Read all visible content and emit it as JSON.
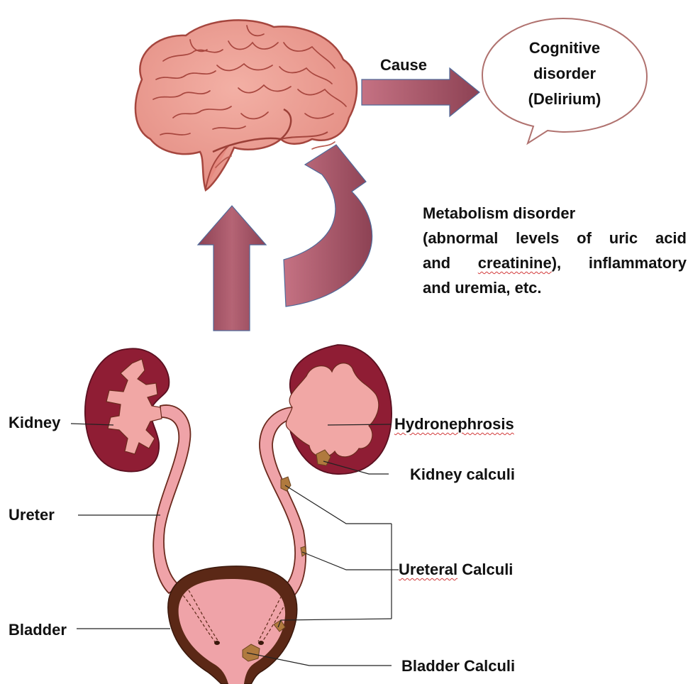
{
  "arrow_label": "Cause",
  "bubble": {
    "line1": "Cognitive",
    "line2": "disorder",
    "line3": "(Delirium)"
  },
  "mechanism": {
    "line1": "Metabolism disorder",
    "line2": "(abnormal levels of uric acid",
    "line3_a": "and ",
    "line3_b": "creatinine",
    "line3_c": "), inflammatory",
    "line4": "and uremia, etc."
  },
  "labels": {
    "kidney": "Kidney",
    "ureter": "Ureter",
    "bladder": "Bladder",
    "hydronephrosis": "Hydronephrosis",
    "kidney_calculi": "Kidney calculi",
    "ureteral_calculi": "Ureteral Calculi",
    "bladder_calculi": "Bladder Calculi"
  },
  "colors": {
    "brain": "#ec9a90",
    "brain_outline": "#a5463e",
    "arrow": "#b05b6a",
    "arrow_dark": "#8d4254",
    "arrow_outline": "#4f6a9a",
    "kidney": "#8f1d34",
    "renal_pelvis": "#f1a7a5",
    "bladder_wall": "#5b2816",
    "bladder_lumen": "#efa3a8",
    "stone": "#b07a3e"
  },
  "icons": [
    "brain-icon",
    "kidney-icon",
    "bladder-icon",
    "speech-bubble-icon",
    "arrow-right-icon",
    "arrow-up-icon",
    "curved-arrow-icon"
  ]
}
